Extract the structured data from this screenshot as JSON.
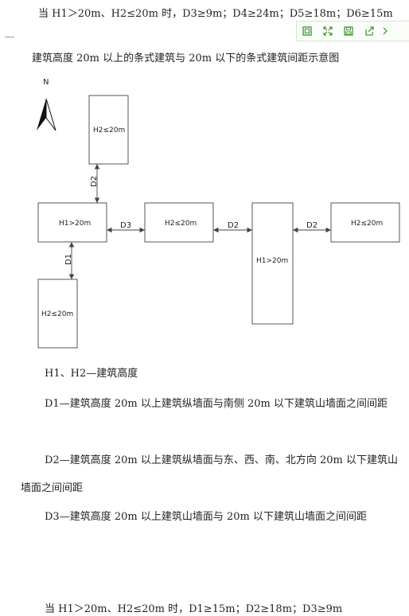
{
  "top_line": "当 H1＞20m、H2≤20m 时，D3≥9m；D4≥24m；D5≥18m；D6≥15m",
  "toolbar": {
    "icons": [
      "window-icon",
      "expand-icon",
      "save-icon",
      "share-icon"
    ]
  },
  "caption": "建筑高度 20m 以上的条式建筑与 20m 以下的条式建筑间距示意图",
  "diagram": {
    "north_label": "N",
    "boxes": {
      "top": "H2≤20m",
      "left": "H1>20m",
      "mid": "H2≤20m",
      "tall": "H1>20m",
      "right": "H2≤20m",
      "bottom": "H2≤20m"
    },
    "dims": {
      "d2_vertical": "D2",
      "d3": "D3",
      "d2_mid": "D2",
      "d2_right": "D2",
      "d1": "D1"
    }
  },
  "legend": {
    "h": "H1、H2—建筑高度",
    "d1": "D1—建筑高度 20m 以上建筑纵墙面与南侧 20m 以下建筑山墙面之间间距",
    "d2": "D2—建筑高度 20m 以上建筑纵墙面与东、西、南、北方向 20m 以下建筑山墙面之间间距",
    "d3": "D3—建筑高度 20m 以上建筑山墙面与 20m 以下建筑山墙面之间间距"
  },
  "bottom_line": "当 H1＞20m、H2≤20m 时，D1≥15m；D2≥18m；D3≥9m"
}
